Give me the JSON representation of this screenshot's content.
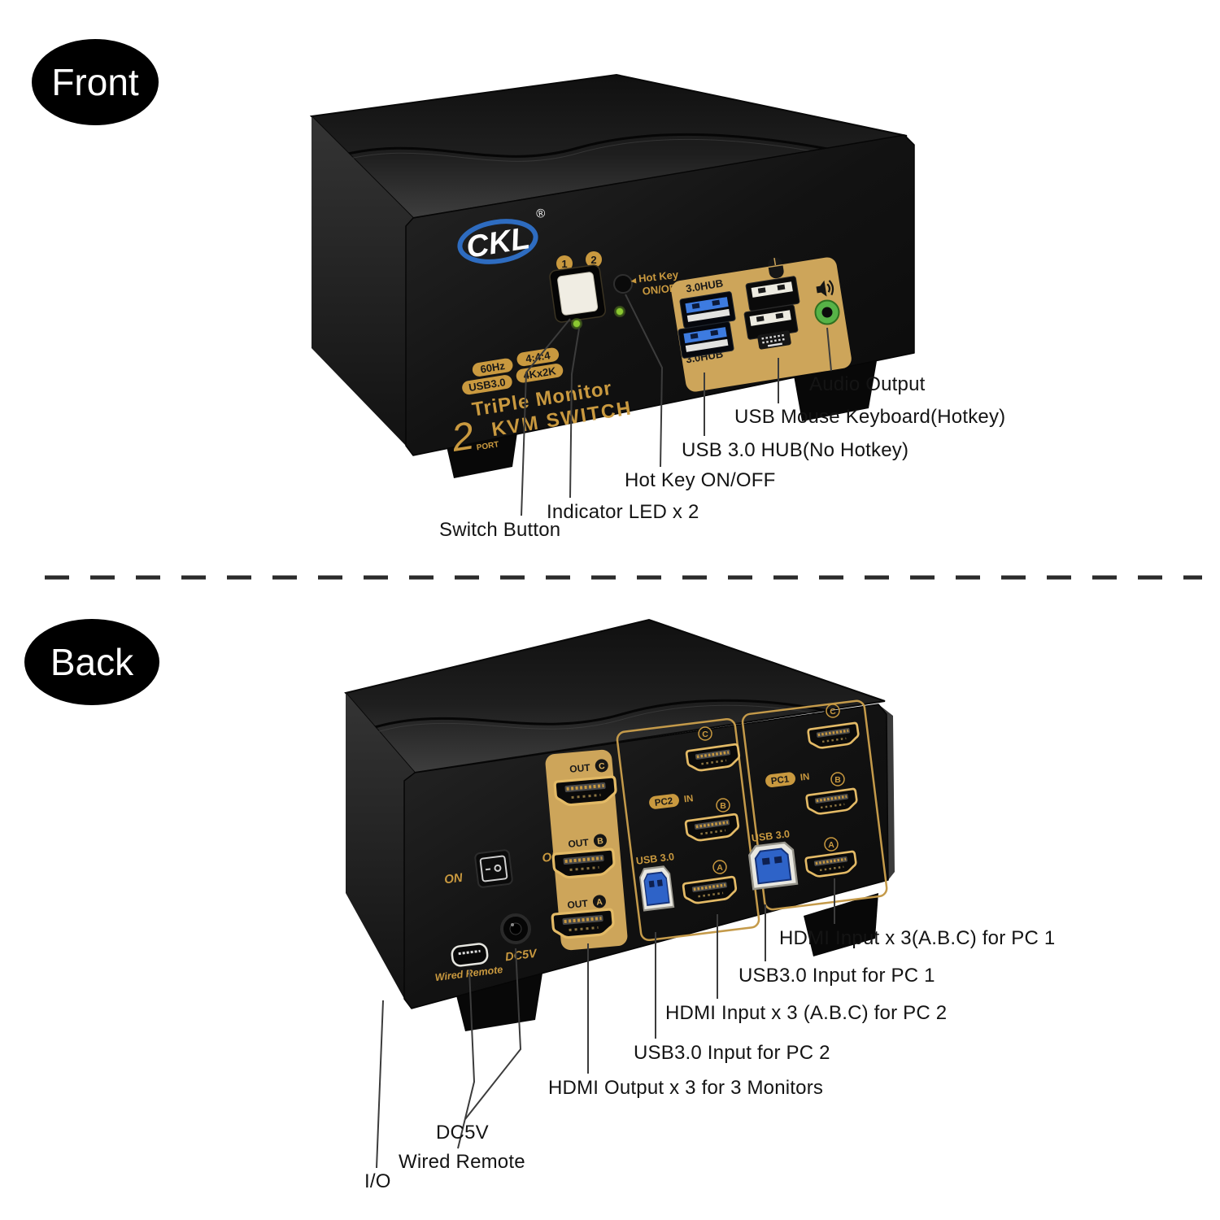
{
  "front_section": {
    "tag": "Front",
    "device": {
      "logo": "CKL",
      "logo_reg": "®",
      "port_num_1": "1",
      "port_num_2": "2",
      "hotkey_arrow": "◄",
      "hotkey_line1": "Hot Key",
      "hotkey_line2": "ON/OFF",
      "hub_top": "3.0HUB",
      "hub_bottom": "3.0HUB",
      "badge_refresh": "60Hz",
      "badge_chroma": "4:4:4",
      "badge_usb": "USB3.0",
      "badge_res": "4Kx2K",
      "brand_line1": "TriPle Monitor",
      "brand_line2": "KVM SWITCH",
      "brand_port_count": "2",
      "brand_port_word": "PORT"
    },
    "callouts": {
      "audio": "Audio Output",
      "usb_mouse": "USB Mouse Keyboard(Hotkey)",
      "usb_hub": "USB 3.0 HUB(No Hotkey)",
      "hotkey": "Hot Key ON/OFF",
      "indicator": "Indicator LED x 2",
      "switch": "Switch Button"
    }
  },
  "back_section": {
    "tag": "Back",
    "device": {
      "power_on": "ON",
      "power_off": "OFF",
      "out_word": "OUT",
      "out_letters": {
        "c": "C",
        "b": "B",
        "a": "A"
      },
      "pc2": {
        "badge": "PC2",
        "in_word": "IN",
        "usb": "USB 3.0",
        "letters": {
          "c": "C",
          "b": "B",
          "a": "A"
        }
      },
      "pc1": {
        "badge": "PC1",
        "in_word": "IN",
        "usb": "USB 3.0",
        "letters": {
          "c": "C",
          "b": "B",
          "a": "A"
        }
      },
      "dc_label": "DC5V",
      "remote_label": "Wired Remote"
    },
    "callouts": {
      "hdmi_pc1": "HDMI Input x 3(A.B.C) for PC 1",
      "usb_pc1": "USB3.0 Input for PC 1",
      "hdmi_pc2": "HDMI Input x 3 (A.B.C) for PC 2",
      "usb_pc2": "USB3.0 Input for PC 2",
      "hdmi_out": "HDMI Output x 3 for 3 Monitors",
      "dc": "DC5V",
      "remote": "Wired Remote",
      "io": "I/O"
    }
  },
  "colors": {
    "gold_panel": "#CDA55A",
    "gold_text": "#C9993F",
    "usb_blue": "#2E63C8",
    "tongue_blue": "#3D7BE0",
    "jack_green": "#57B347",
    "led_green": "#8CC832",
    "logo_blue": "#2E6CC0"
  }
}
